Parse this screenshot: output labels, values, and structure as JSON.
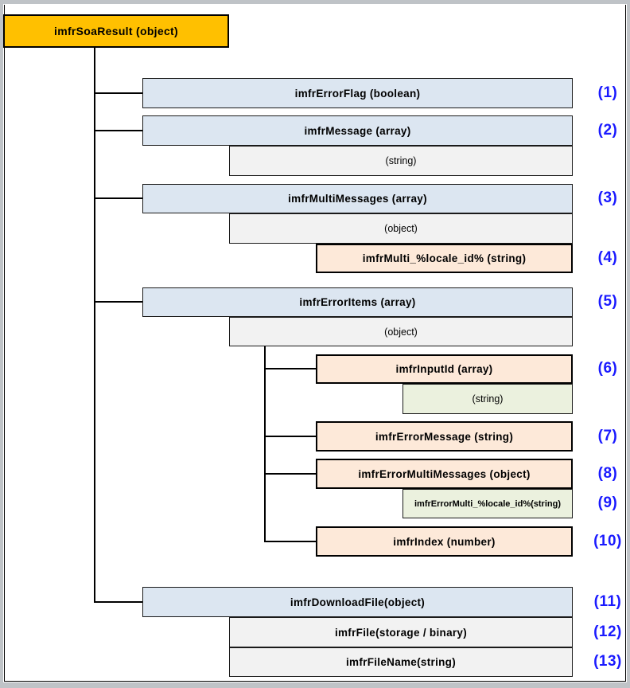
{
  "title": "imfrSoaResult structure diagram",
  "root": {
    "label": "imfrSoaResult (object)"
  },
  "nodes": {
    "errorFlag": {
      "label": "imfrErrorFlag (boolean)",
      "num": "(1)"
    },
    "message": {
      "label": "imfrMessage (array)",
      "num": "(2)"
    },
    "messageItem": {
      "label": "(string)"
    },
    "multiMessages": {
      "label": "imfrMultiMessages (array)",
      "num": "(3)"
    },
    "multiMessagesItem": {
      "label": "(object)"
    },
    "multiLocale": {
      "label": "imfrMulti_%locale_id% (string)",
      "num": "(4)"
    },
    "errorItems": {
      "label": "imfrErrorItems (array)",
      "num": "(5)"
    },
    "errorItemsItem": {
      "label": "(object)"
    },
    "inputId": {
      "label": "imfrInputId (array)",
      "num": "(6)"
    },
    "inputIdItem": {
      "label": "(string)"
    },
    "errorMessage": {
      "label": "imfrErrorMessage (string)",
      "num": "(7)"
    },
    "errorMultiMessages": {
      "label": "imfrErrorMultiMessages (object)",
      "num": "(8)"
    },
    "errorMultiLocale": {
      "label": "imfrErrorMulti_%locale_id%(string)",
      "num": "(9)"
    },
    "index": {
      "label": "imfrIndex (number)",
      "num": "(10)"
    },
    "downloadFile": {
      "label": "imfrDownloadFile(object)",
      "num": "(11)"
    },
    "file": {
      "label": "imfrFile(storage / binary)",
      "num": "(12)"
    },
    "fileName": {
      "label": "imfrFileName(string)",
      "num": "(13)"
    }
  },
  "colors": {
    "root_fill": "#FFC000",
    "object_fill": "#DCE6F1",
    "array_item_fill": "#F2F2F2",
    "leaf_fill": "#FDE9D9",
    "locale_leaf_fill": "#EBF1DE",
    "number_text": "#1a1aff"
  }
}
